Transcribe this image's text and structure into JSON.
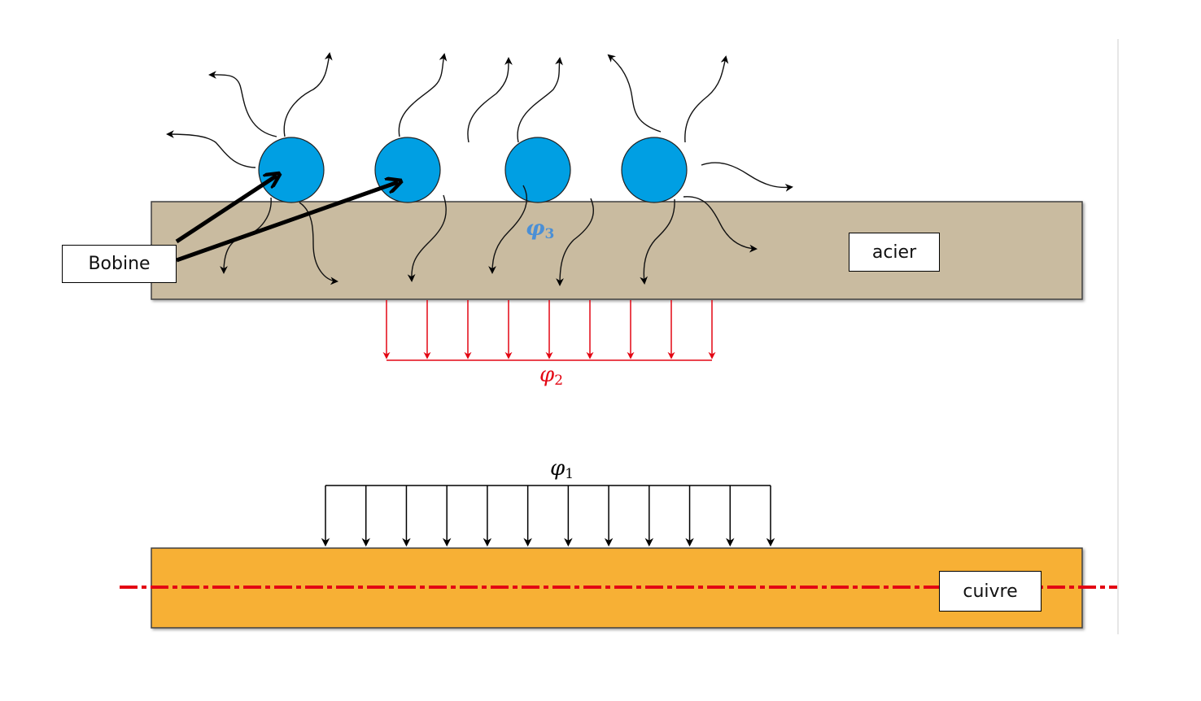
{
  "diagram": {
    "labels": {
      "coil": "Bobine",
      "steel": "acier",
      "copper": "cuivre"
    },
    "flux": {
      "phi1": {
        "symbol": "φ",
        "subscript": "1",
        "color": "#000000"
      },
      "phi2": {
        "symbol": "φ",
        "subscript": "2",
        "color": "#e30613"
      },
      "phi3": {
        "symbol": "φ",
        "subscript": "3",
        "color": "#4a8fd6"
      }
    },
    "colors": {
      "steel_fill": "#c9bba0",
      "copper_fill": "#f7b034",
      "coil_fill": "#009fe3",
      "axis_line": "#e30613",
      "phi2_arrows": "#e30613",
      "phi1_arrows": "#000000"
    },
    "counts": {
      "coils": 4,
      "phi2_arrows": 9,
      "phi1_arrows": 12
    }
  }
}
